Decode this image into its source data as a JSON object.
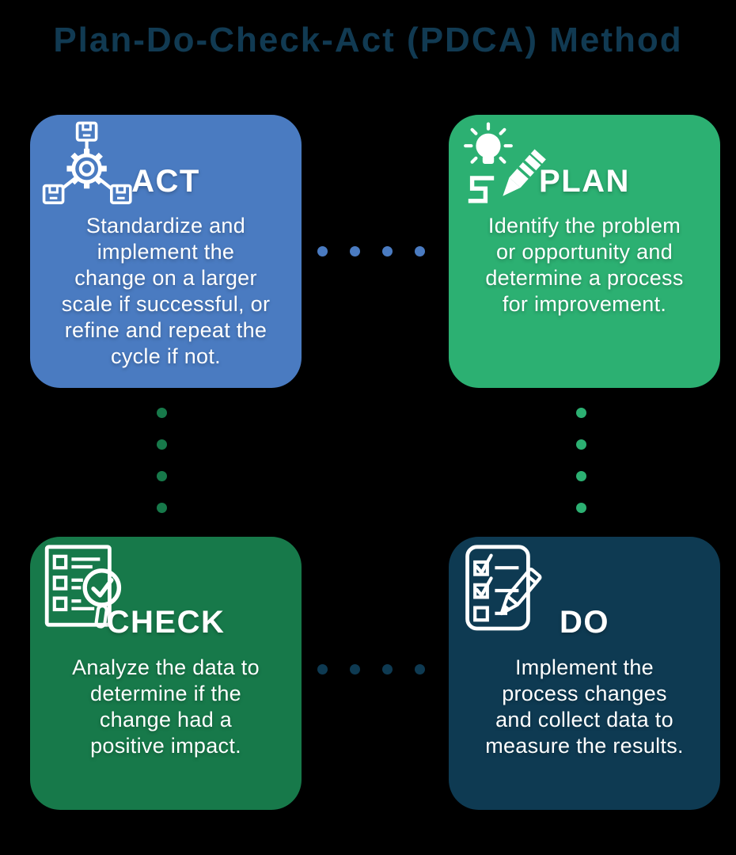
{
  "title": "Plan-Do-Check-Act (PDCA) Method",
  "colors": {
    "background": "#000000",
    "title_navy": "#113a52",
    "act_blue": "#4a7bc1",
    "plan_green": "#2cb072",
    "check_green": "#17794a",
    "do_navy": "#0e3a52",
    "card_text": "#ffffff"
  },
  "cards": [
    {
      "id": "act",
      "label": "ACT",
      "description": "Standardize and\nimplement the\nchange on a larger\nscale if successful, or\nrefine and repeat the\ncycle if not.",
      "icon": "gear-network-icon",
      "color": "#4a7bc1"
    },
    {
      "id": "plan",
      "label": "PLAN",
      "description": "Identify the problem\nor opportunity and\ndetermine a process\nfor improvement.",
      "icon": "idea-pencil-icon",
      "color": "#2cb072"
    },
    {
      "id": "check",
      "label": "CHECK",
      "description": "Analyze the data to\ndetermine if the\nchange had a\npositive impact.",
      "icon": "checklist-magnifier-icon",
      "color": "#17794a"
    },
    {
      "id": "do",
      "label": "DO",
      "description": "Implement the\nprocess changes\nand collect data to\nmeasure the results.",
      "icon": "checklist-pencil-icon",
      "color": "#0e3a52"
    }
  ],
  "connectors": [
    {
      "id": "act-to-plan",
      "orientation": "horizontal",
      "dot_count": 4,
      "color": "#4a7bc1"
    },
    {
      "id": "check-to-do",
      "orientation": "horizontal",
      "dot_count": 4,
      "color": "#0e3a52"
    },
    {
      "id": "act-to-check",
      "orientation": "vertical",
      "dot_count": 4,
      "color": "#17794a"
    },
    {
      "id": "plan-to-do",
      "orientation": "vertical",
      "dot_count": 4,
      "color": "#2cb072"
    }
  ]
}
